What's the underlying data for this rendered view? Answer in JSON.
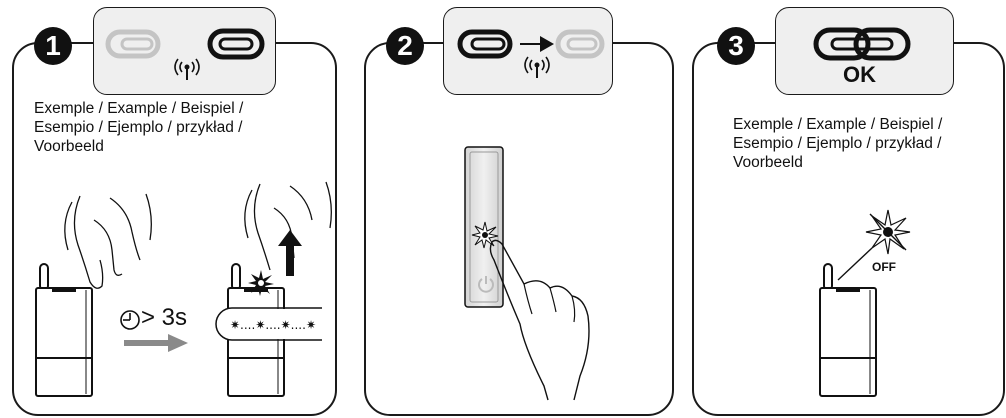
{
  "panels": [
    {
      "step": "1",
      "caption_lines": [
        "Exemple / Example / Beispiel /",
        "Esempio / Ejemplo / przykład /",
        "Voorbeeld"
      ],
      "timer_label": "> 3s"
    },
    {
      "step": "2"
    },
    {
      "step": "3",
      "status_label": "OK",
      "caption_lines": [
        "Exemple / Example / Beispiel /",
        "Esempio / Ejemplo / przykład /",
        "Voorbeeld"
      ],
      "off_label": "OFF"
    }
  ],
  "icons": [
    "unlinked-chain-icon",
    "linked-chain-icon",
    "wireless-signal-icon",
    "arrow-right-icon",
    "clock-icon",
    "arrow-up-icon",
    "starburst-icon",
    "power-icon",
    "hand-icon",
    "transmitter-device-icon"
  ],
  "colors": {
    "ink": "#1a1a1a",
    "header_fill": "#efefef",
    "faded_icon": "#bbbbbb",
    "arrow_gray": "#8a8a8a",
    "device_gray": "#e4e4e4"
  }
}
